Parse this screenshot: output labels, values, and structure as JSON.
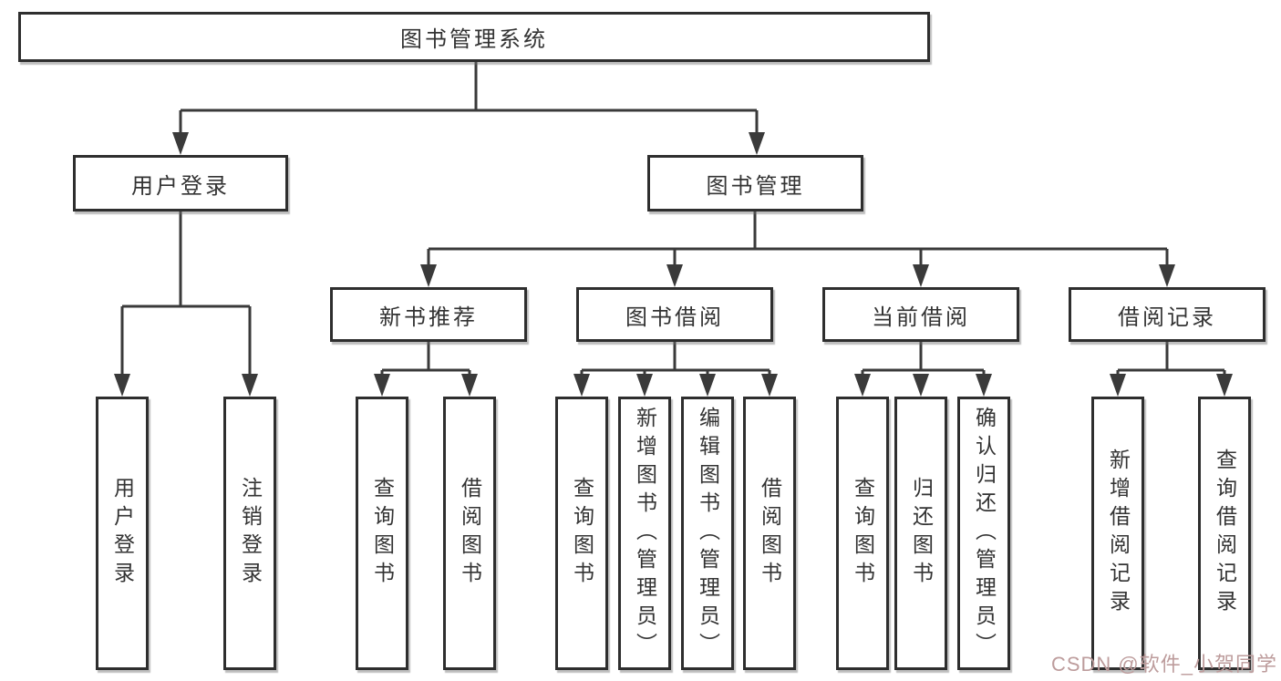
{
  "tree": {
    "label": "图书管理系统",
    "children": [
      {
        "label": "用户登录",
        "children": [
          {
            "label": "用户登录"
          },
          {
            "label": "注销登录"
          }
        ]
      },
      {
        "label": "图书管理",
        "children": [
          {
            "label": "新书推荐",
            "children": [
              {
                "label": "查询图书"
              },
              {
                "label": "借阅图书"
              }
            ]
          },
          {
            "label": "图书借阅",
            "children": [
              {
                "label": "查询图书"
              },
              {
                "label": "新增图书（管理员）"
              },
              {
                "label": "编辑图书（管理员）"
              },
              {
                "label": "借阅图书"
              }
            ]
          },
          {
            "label": "当前借阅",
            "children": [
              {
                "label": "查询图书"
              },
              {
                "label": "归还图书"
              },
              {
                "label": "确认归还（管理员）"
              }
            ]
          },
          {
            "label": "借阅记录",
            "children": [
              {
                "label": "新增借阅记录"
              },
              {
                "label": "查询借阅记录"
              }
            ]
          }
        ]
      }
    ]
  },
  "watermark": {
    "text": "CSDN @软件_小贺同学"
  },
  "colors": {
    "line": "#3a3a3a",
    "box_border": "#2e2e2e",
    "box_fill": "#ffffff",
    "text": "#333333",
    "watermark": "#bd9c9c"
  }
}
